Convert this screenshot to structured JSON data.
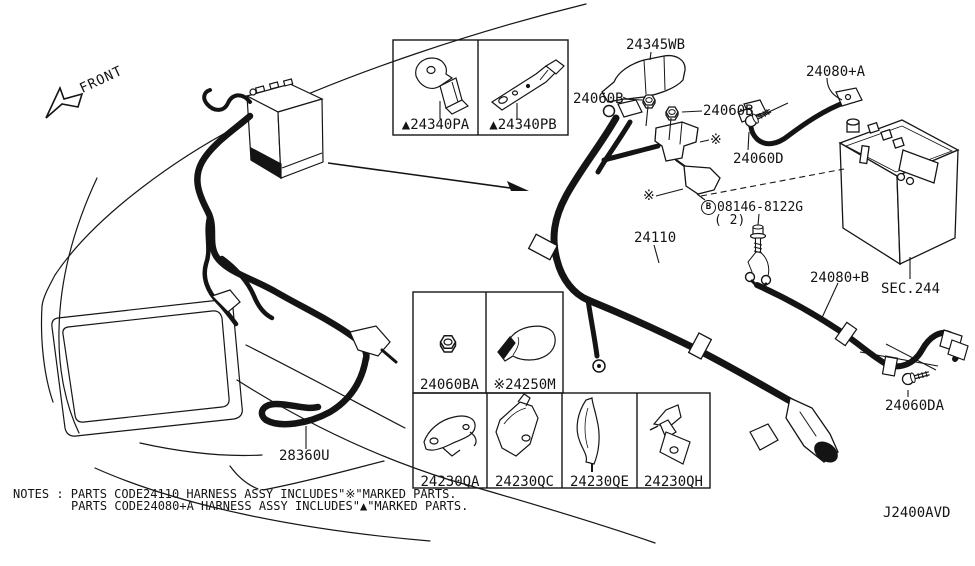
{
  "front_label": "FRONT",
  "diagram_code": "J2400AVD",
  "callouts": {
    "c24345wb": "24345WB",
    "c24060b_left": "24060B",
    "c24060b_right": "24060B",
    "c24060d": "24060D",
    "asterisk_top": "※",
    "asterisk_left": "※",
    "bolt_marker_letter": "B",
    "bolt_part_number": "08146-8122G",
    "bolt_qty": "( 2)",
    "c24110": "24110",
    "c24080a": "24080+A",
    "c24080b": "24080+B",
    "sec244": "SEC.244",
    "c24060da": "24060DA",
    "c28360u": "28360U"
  },
  "bracket_box": {
    "cells": [
      "▲24340PA",
      "▲24340PB"
    ]
  },
  "parts_grid": {
    "top_row": [
      "24060BA",
      "※24250M"
    ],
    "bottom_row": [
      "24230QA",
      "24230QC",
      "24230QE",
      "24230QH"
    ]
  },
  "notes": [
    "NOTES : PARTS CODE24110 HARNESS ASSY INCLUDES\"※\"MARKED PARTS.",
    "PARTS CODE24080+A HARNESS ASSY INCLUDES\"▲\"MARKED PARTS."
  ]
}
